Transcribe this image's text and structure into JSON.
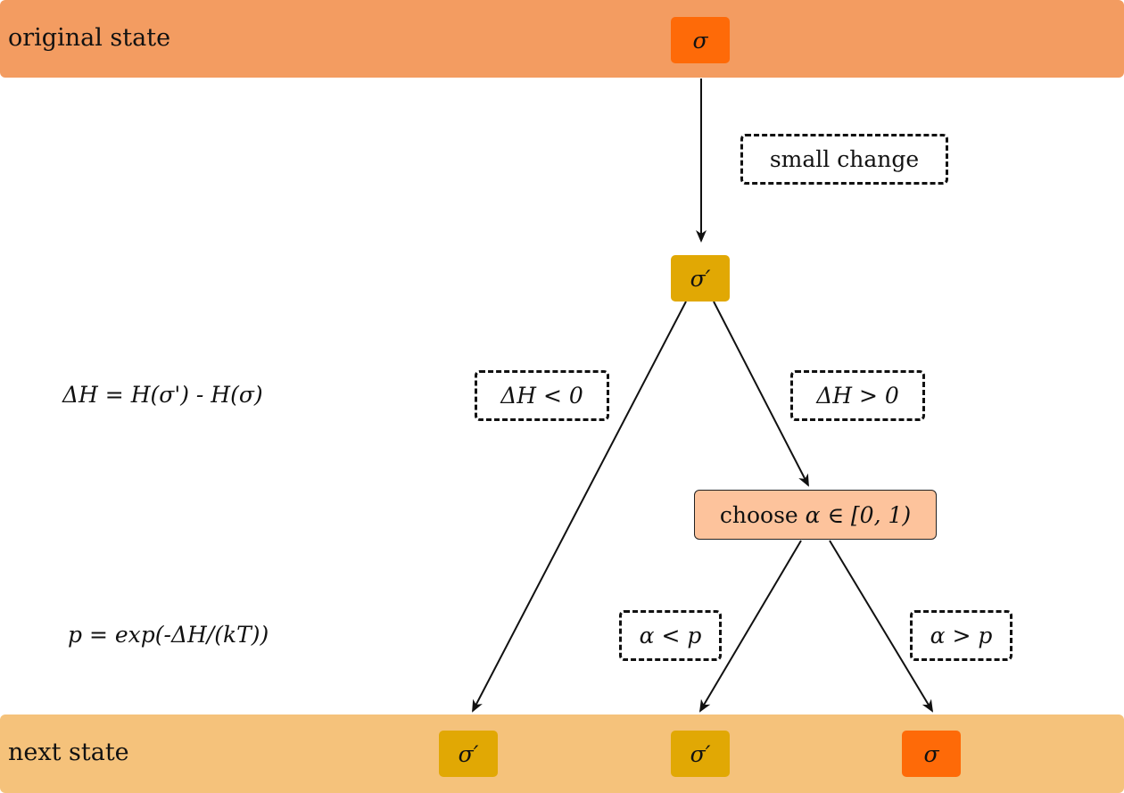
{
  "bands": {
    "original_state": "original state",
    "next_state": "next state"
  },
  "nodes": {
    "sigma": "σ",
    "sigma_prime": "σ′"
  },
  "decision": {
    "prefix": "choose ",
    "expr": "α ∈ [0, 1)"
  },
  "edge_labels": {
    "small_change": "small change",
    "dh_negative": "ΔH < 0",
    "dh_positive": "ΔH > 0",
    "alpha_less_p": "α < p",
    "alpha_greater_p": "α > p"
  },
  "formulas": {
    "delta_h": "ΔH = H(σ') - H(σ)",
    "probability": "p = exp(-ΔH/(kT))"
  },
  "colors": {
    "original_band": "#f39c61",
    "next_band": "#f5c27b",
    "sigma_node": "#fe6a08",
    "sigma_prime_node": "#e1a804",
    "decision_node": "#fdc39c"
  }
}
